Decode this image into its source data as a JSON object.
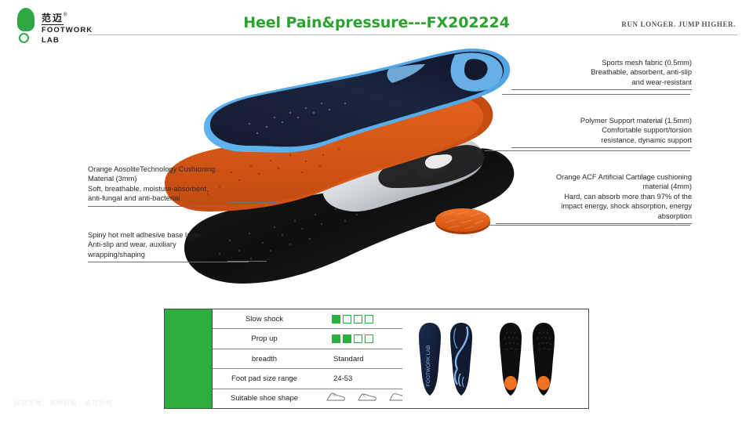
{
  "brand": {
    "cn_name": "范迈",
    "registered_mark": "®",
    "en_line1": "FOOTWORK",
    "en_line2": "LAB",
    "logo_color": "#2ea845"
  },
  "header": {
    "title": "Heel Pain&pressure---FX202224",
    "title_color": "#29a32e",
    "tagline": "RUN LONGER.   JUMP HIGHER."
  },
  "annotations": {
    "mesh": {
      "lines": [
        "Sports mesh fabric (0.5mm)",
        "Breathable, absorbent, anti-slip",
        "and wear-resistant"
      ]
    },
    "polymer": {
      "lines": [
        "Polymer Support material (1.5mm)",
        "Comfortable support/torsion",
        "resistance, dynamic support"
      ]
    },
    "acf": {
      "lines": [
        "Orange ACF Artificial Cartilage cushioning",
        "material (4mm)",
        "Hard, can absorb more than 97% of the",
        "impact energy, shock absorption, energy",
        "absorption"
      ]
    },
    "aosolite": {
      "lines": [
        "Orange AosoliteTechnology Cushioning",
        "Material (3mm)",
        "Soft, breathable, moisture-absorbent,",
        "anti-fungal and anti-bacterial"
      ]
    },
    "spiny": {
      "lines": [
        "Spiny hot melt adhesive base layer",
        "Anti-slip and wear, auxiliary",
        "wrapping/shaping"
      ]
    }
  },
  "spec_table": {
    "accent_color": "#2eae3f",
    "rows": [
      {
        "label": "Slow shock",
        "type": "rating",
        "filled": 1,
        "total": 4
      },
      {
        "label": "Prop up",
        "type": "rating",
        "filled": 2,
        "total": 4
      },
      {
        "label": "breadth",
        "type": "text",
        "value": "Standard"
      },
      {
        "label": "Foot pad size range",
        "type": "text",
        "value": "24-53"
      },
      {
        "label": "Suitable shoe shape",
        "type": "shoes",
        "shoes": [
          {
            "name": "sneaker-icon",
            "caption": ""
          },
          {
            "name": "running-shoe-icon",
            "caption": ""
          },
          {
            "name": "casual-shoe-icon",
            "caption": ""
          }
        ]
      }
    ]
  },
  "photos": {
    "navy_pair_label": "FOOTWORK LAB",
    "items": [
      {
        "name": "insole-navy-top-view"
      },
      {
        "name": "insole-navy-bottom-view"
      },
      {
        "name": "insole-black-left"
      },
      {
        "name": "insole-black-right"
      }
    ]
  },
  "footer": {
    "watermark": "保密文档：未经授权，请勿外传"
  }
}
